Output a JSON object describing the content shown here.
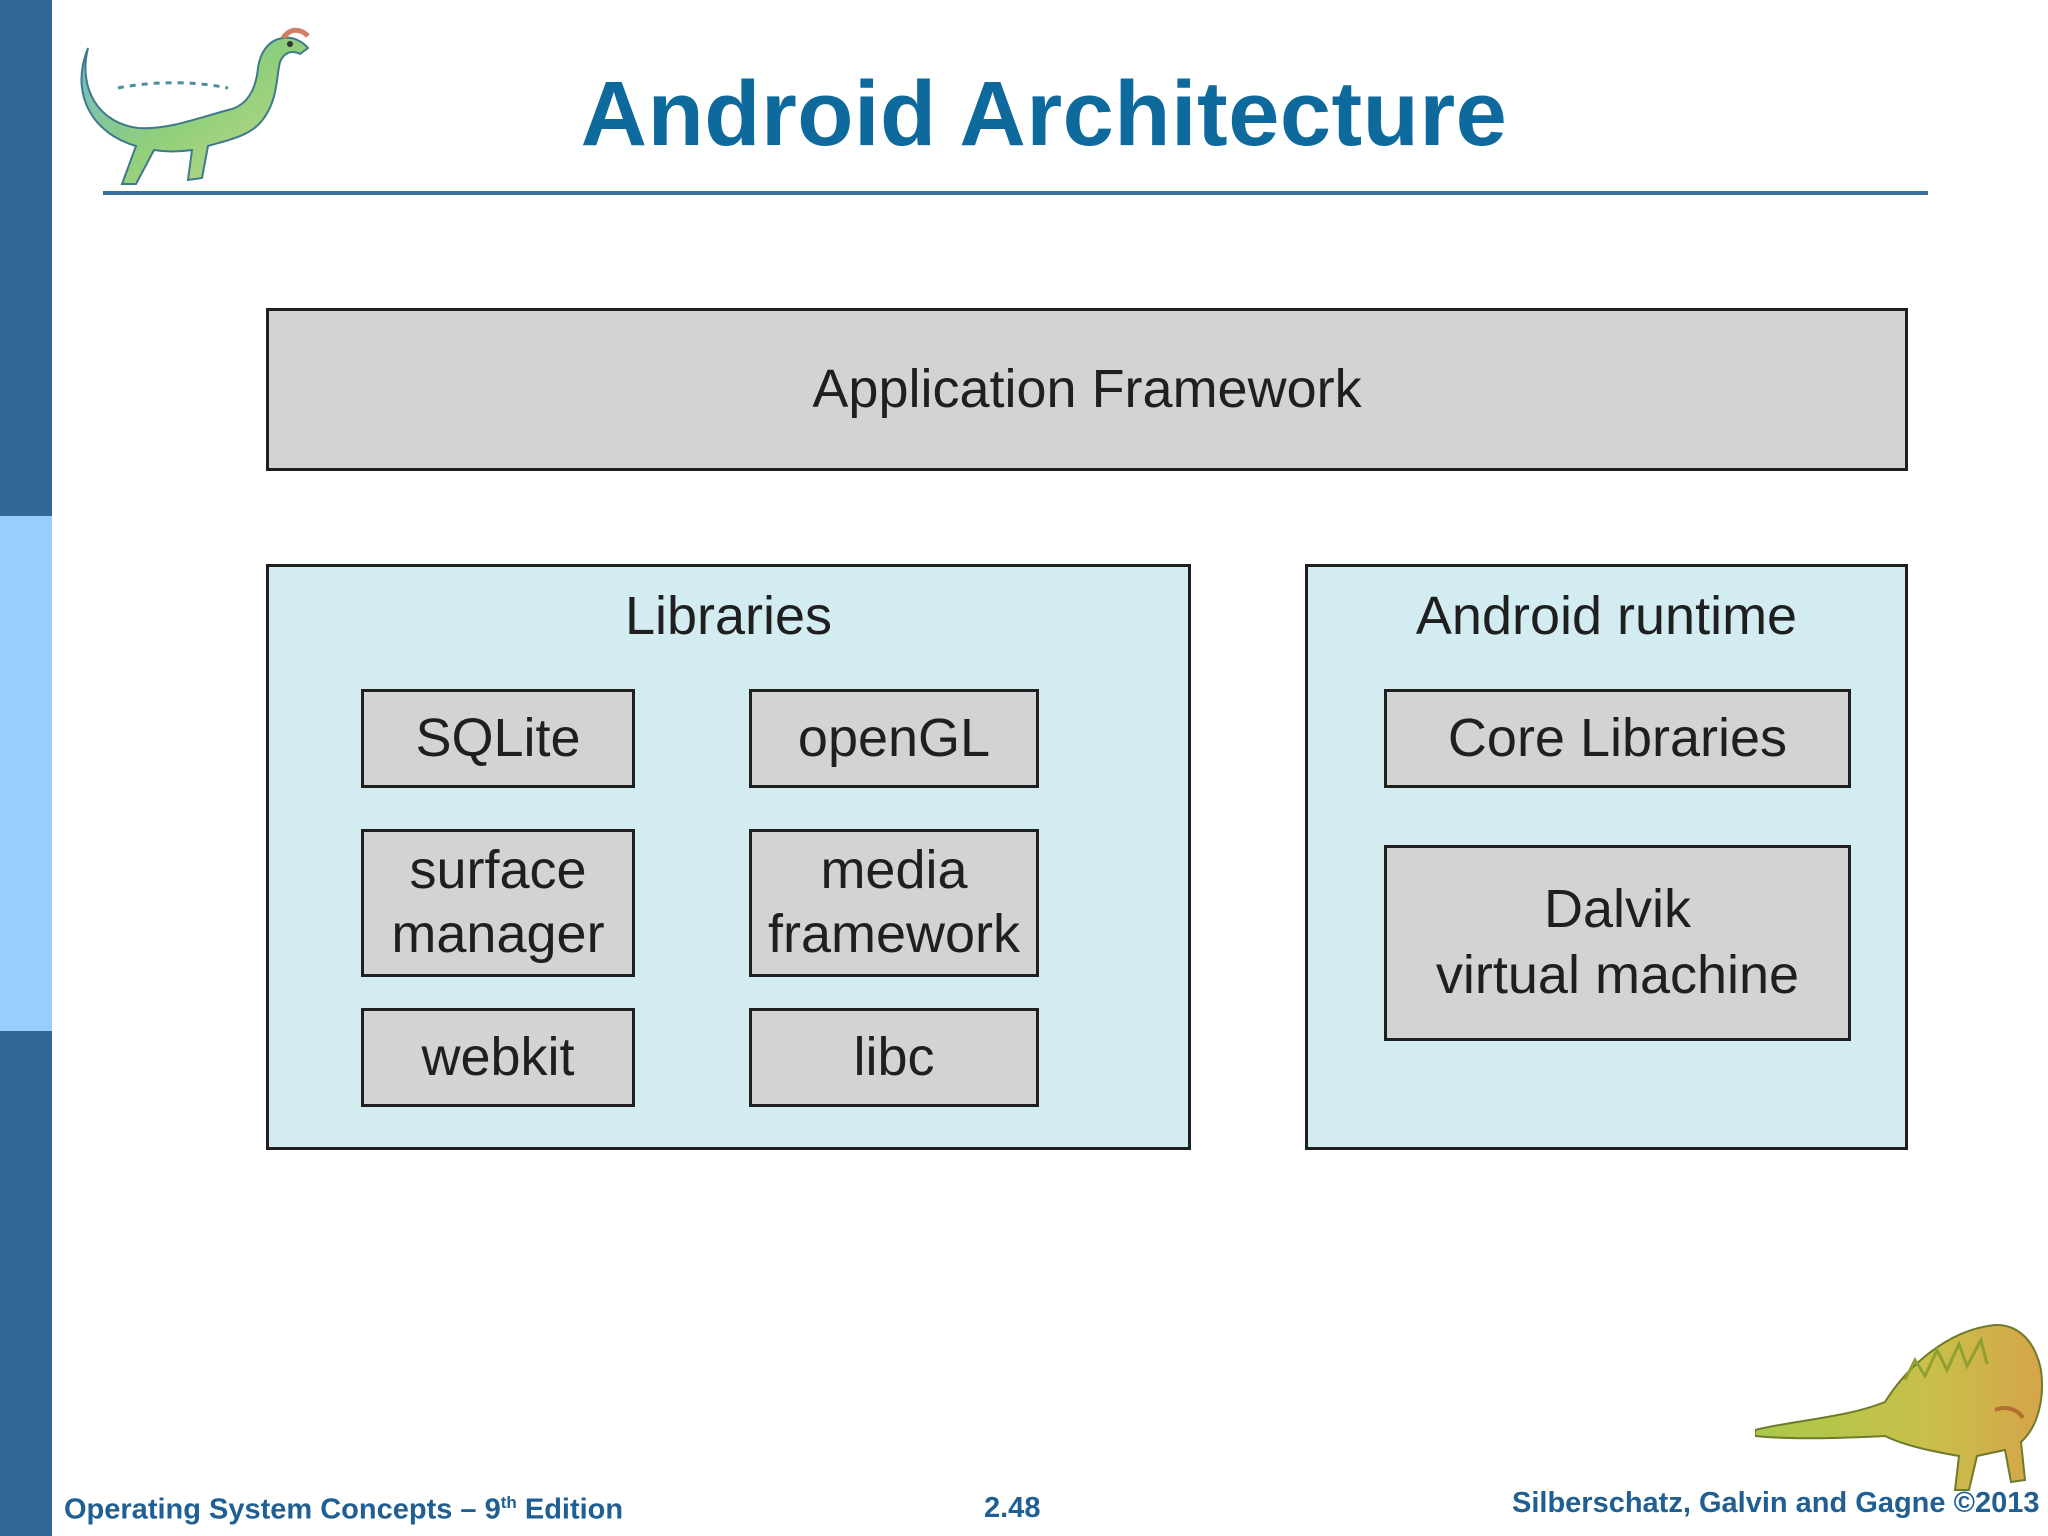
{
  "slide": {
    "title": "Android Architecture"
  },
  "diagram": {
    "application_framework": "Application Framework",
    "libraries": {
      "title": "Libraries",
      "items": [
        "SQLite",
        "openGL",
        "surface\nmanager",
        "media\nframework",
        "webkit",
        "libc"
      ]
    },
    "android_runtime": {
      "title": "Android runtime",
      "items": [
        "Core Libraries",
        "Dalvik\nvirtual machine"
      ]
    }
  },
  "footer": {
    "book_prefix": "Operating System Concepts – 9",
    "book_sup": "th",
    "book_suffix": " Edition",
    "page_number": "2.48",
    "copyright": "Silberschatz, Galvin and Gagne ©2013"
  },
  "colors": {
    "title": "#0e6a9c",
    "sidebar_dark": "#336699",
    "sidebar_light": "#99ccff",
    "box_gray": "#d3d3d3",
    "panel_blue": "#d3ecf2"
  }
}
